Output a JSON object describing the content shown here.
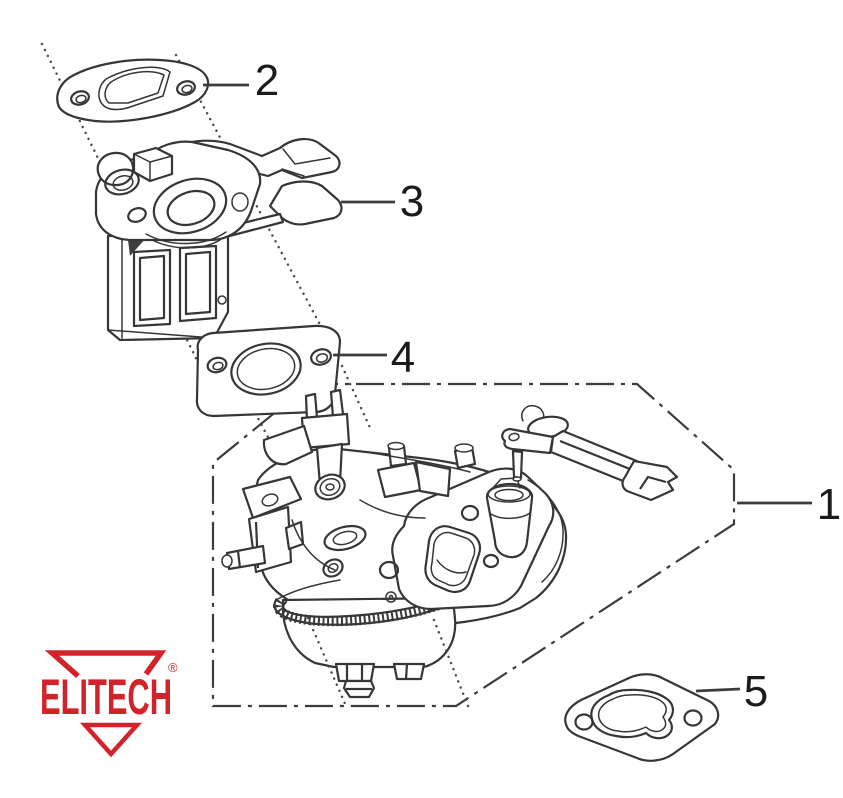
{
  "figure": {
    "callout_1": "1",
    "callout_2": "2",
    "callout_3": "3",
    "callout_4": "4",
    "callout_5": "5"
  },
  "logo": {
    "brand": "ELITECH",
    "registered_mark": "®",
    "brand_color": "#d2232a"
  },
  "colors": {
    "line": "#363636",
    "background": "#ffffff"
  }
}
